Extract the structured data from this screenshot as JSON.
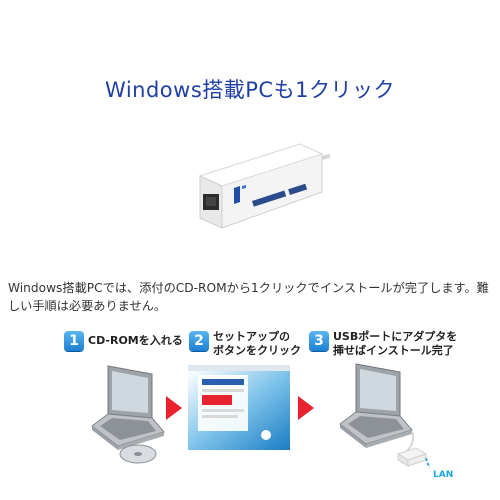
{
  "headline": "Windows搭載PCも1クリック",
  "description": "Windows搭載PCでは、添付のCD-ROMから1クリックでインストールが完了します。難しい手順は必要ありません。",
  "steps": [
    {
      "number": "1",
      "title_line1": "CD-ROMを入れる",
      "title_line2": ""
    },
    {
      "number": "2",
      "title_line1": "セットアップの",
      "title_line2": "ボタンをクリック"
    },
    {
      "number": "3",
      "title_line1": "USBポートにアダプタを",
      "title_line2": "挿せばインストール完了"
    }
  ],
  "lan_label": "LAN",
  "colors": {
    "headline": "#1f3fa6",
    "badge": "#1c7fd1",
    "arrow": "#e8232f",
    "lan": "#1aa7d8"
  }
}
